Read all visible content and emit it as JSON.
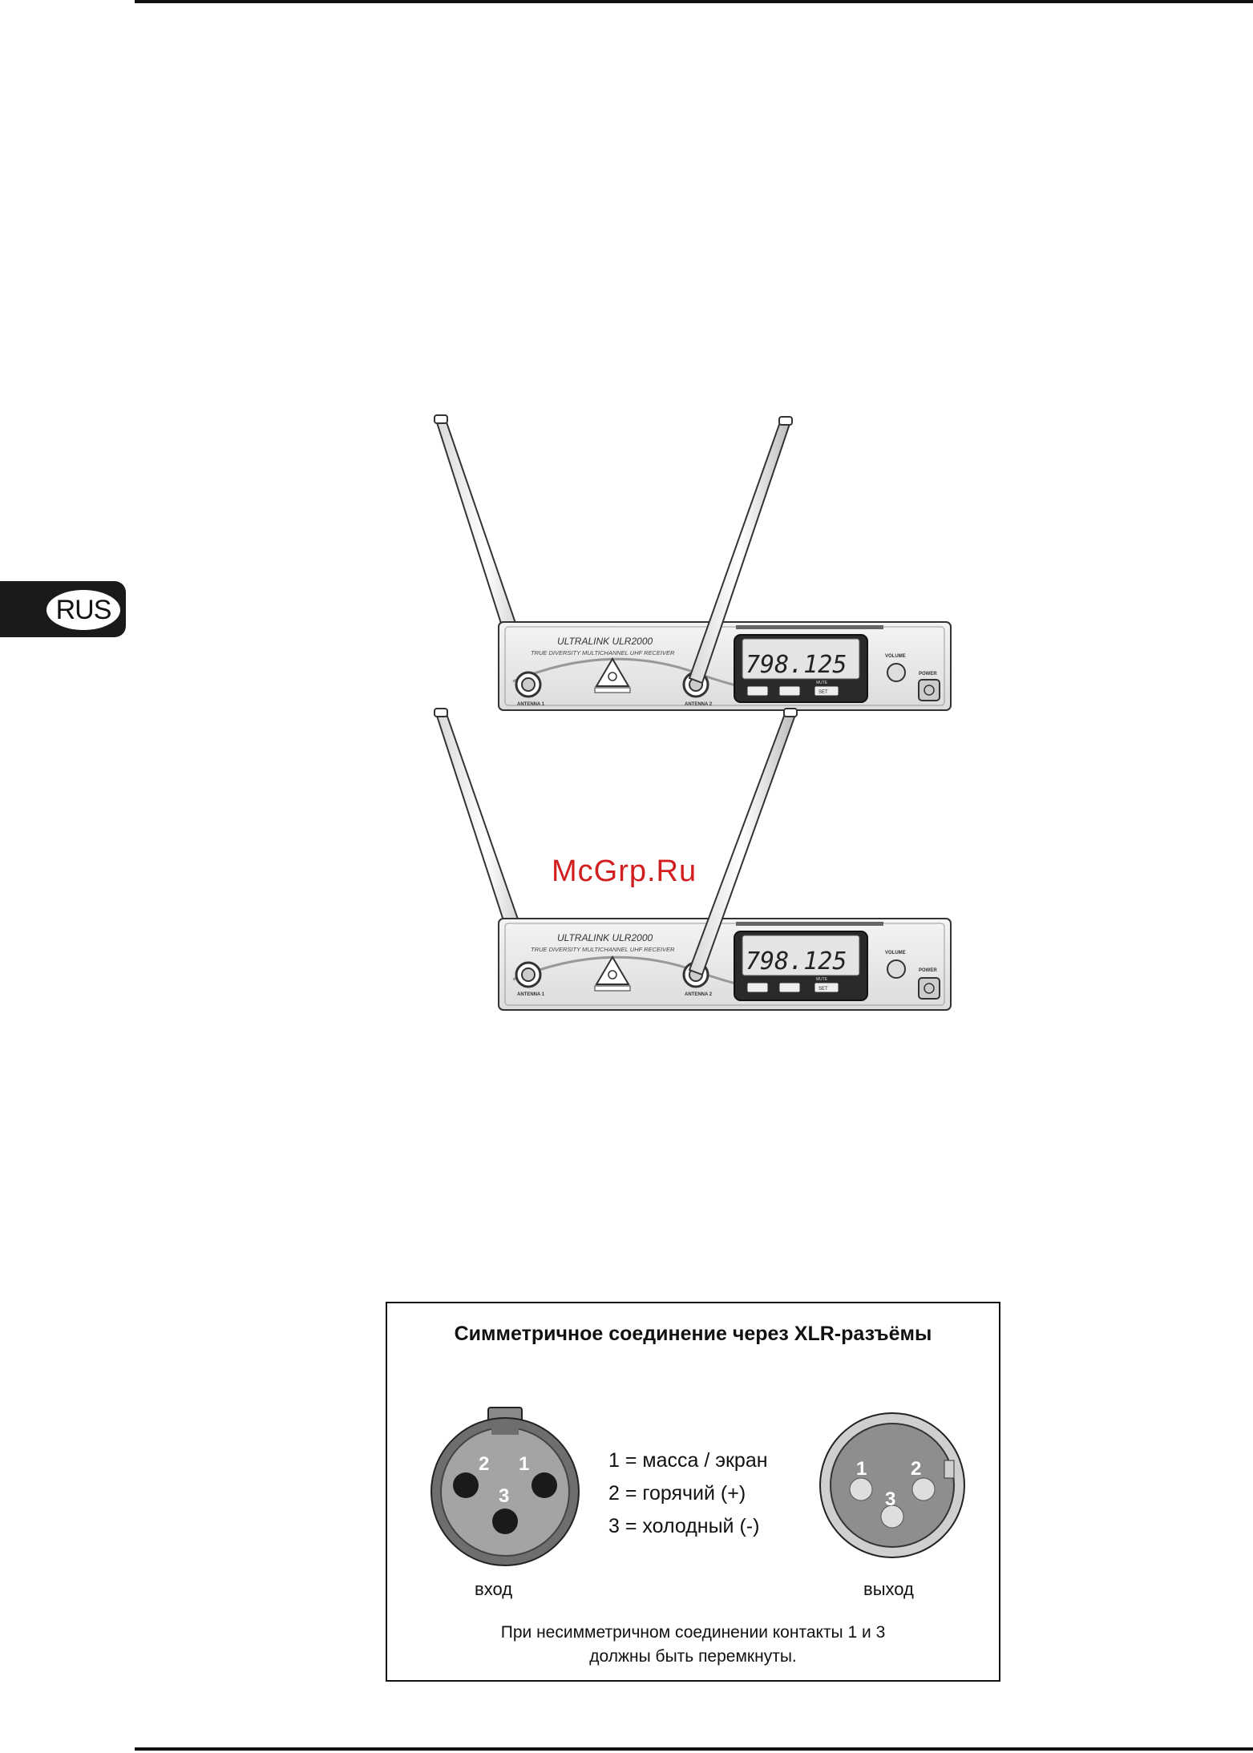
{
  "page": {
    "lang_badge": "RUS",
    "watermark": "McGrp.Ru"
  },
  "receivers": [
    {
      "brand": "ULTRALINK ULR2000",
      "subtitle": "TRUE DIVERSITY MULTICHANNEL UHF RECEIVER",
      "display": "798.125",
      "antenna_1": "ANTENNA 1",
      "antenna_2": "ANTENNA 2",
      "volume": "VOLUME",
      "power": "POWER",
      "btn_mute": "MUTE",
      "btn_set": "SET"
    },
    {
      "brand": "ULTRALINK ULR2000",
      "subtitle": "TRUE DIVERSITY MULTICHANNEL UHF RECEIVER",
      "display": "798.125",
      "antenna_1": "ANTENNA 1",
      "antenna_2": "ANTENNA 2",
      "volume": "VOLUME",
      "power": "POWER",
      "btn_mute": "MUTE",
      "btn_set": "SET"
    }
  ],
  "xlr": {
    "title": "Симметричное соединение через XLR-разъёмы",
    "legend": [
      "1 = масса / экран",
      "2 = горячий (+)",
      "3 = холодный (-)"
    ],
    "input_label": "вход",
    "output_label": "выход",
    "note_line1": "При несимметричном соединении контакты 1 и 3",
    "note_line2": "должны быть перемкнуты.",
    "pins": [
      "1",
      "2",
      "3"
    ]
  }
}
